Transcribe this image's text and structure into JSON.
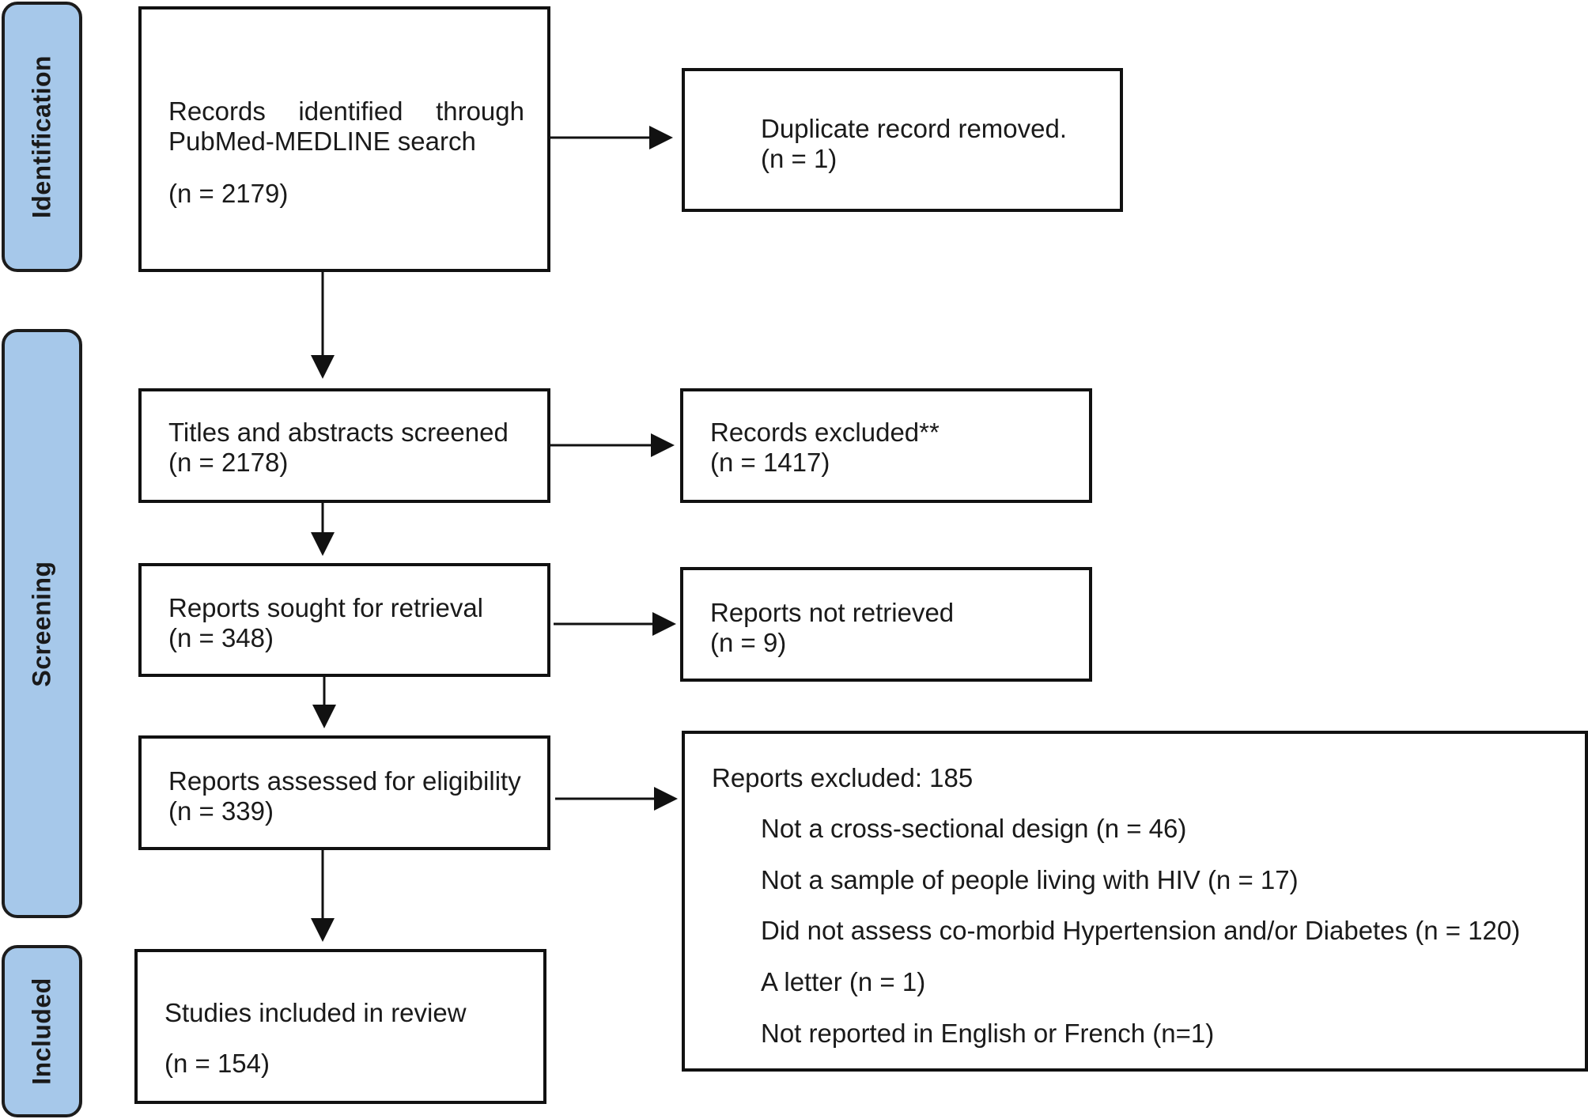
{
  "phases": {
    "identification": "Identification",
    "screening": "Screening",
    "included": "Included"
  },
  "boxes": {
    "records_identified": {
      "line1": "Records identified through",
      "line2": "PubMed-MEDLINE search",
      "count": "(n = 2179)"
    },
    "duplicates_removed": {
      "label": "Duplicate record removed.",
      "count": "(n = 1)"
    },
    "titles_screened": {
      "label": "Titles and abstracts screened",
      "count": "(n = 2178)"
    },
    "records_excluded": {
      "label": "Records excluded**",
      "count": "(n = 1417)"
    },
    "reports_sought": {
      "label": "Reports sought for retrieval",
      "count": "(n = 348)"
    },
    "reports_not_retrieved": {
      "label": "Reports not retrieved",
      "count": "(n = 9)"
    },
    "reports_assessed": {
      "label": "Reports assessed for eligibility",
      "count": "(n = 339)"
    },
    "reports_excluded": {
      "heading": "Reports excluded: 185",
      "reasons": [
        "Not a cross-sectional design (n = 46)",
        "Not a sample of people living with HIV (n = 17)",
        "Did not assess co-morbid Hypertension and/or Diabetes (n = 120)",
        "A letter (n = 1)",
        "Not reported in English or French (n=1)"
      ]
    },
    "studies_included": {
      "label": "Studies included in review",
      "count": "(n = 154)"
    }
  }
}
